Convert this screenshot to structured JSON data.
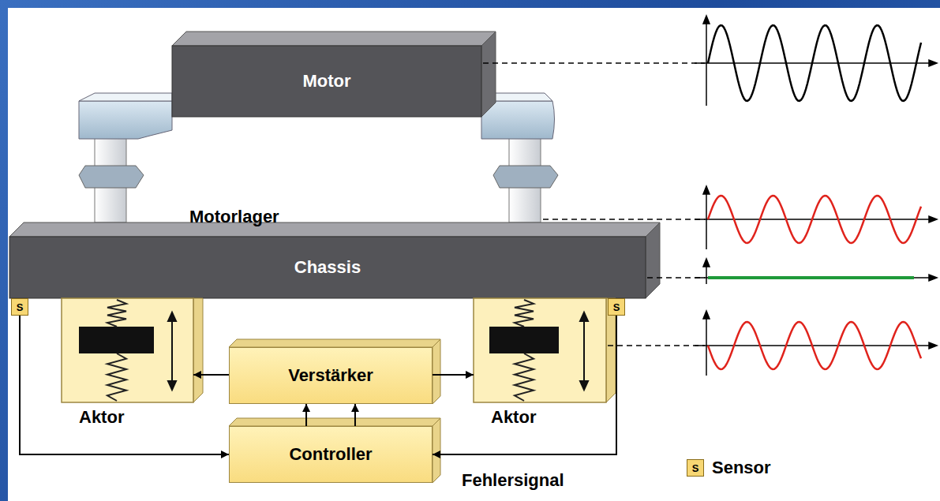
{
  "diagram": {
    "nodes": [
      {
        "text": [
          "Motor"
        ]
      },
      {
        "text": [
          "Chassis"
        ]
      },
      {
        "text": [
          "S"
        ]
      },
      {
        "text": [
          "S"
        ]
      },
      {
        "text": [
          "Aktor"
        ]
      },
      {
        "text": [
          "Aktor"
        ]
      },
      {
        "text": [
          "Verstärker"
        ]
      },
      {
        "text": [
          "Controller"
        ]
      }
    ],
    "edges": [
      {
        "from": 6,
        "to": 4,
        "arrow": "to"
      },
      {
        "from": 6,
        "to": 5,
        "arrow": "to"
      },
      {
        "from": 7,
        "to": 6,
        "arrow": "to"
      },
      {
        "from": 7,
        "to": 6,
        "arrow": "to"
      },
      {
        "from": 2,
        "to": 7,
        "arrow": "to"
      },
      {
        "from": 3,
        "to": 7,
        "label": "Fehlersignal",
        "arrow": "to"
      }
    ],
    "labels": [
      "Motorlager",
      "S"
    ],
    "legend": [
      {
        "text": "Sensor",
        "color": "#f7d774"
      }
    ]
  }
}
